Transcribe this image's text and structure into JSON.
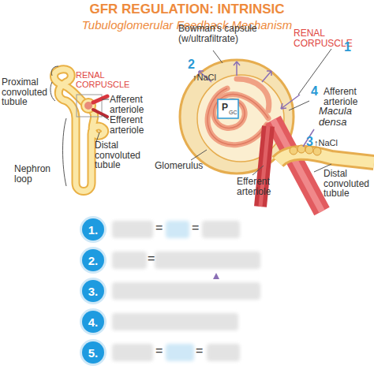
{
  "diagram": {
    "title": "GFR REGULATION: INTRINSIC",
    "nodes": [
      {
        "text": [
          "1."
        ]
      },
      {
        "text": [
          "2."
        ]
      },
      {
        "text": [
          "3."
        ]
      },
      {
        "text": [
          "4."
        ]
      },
      {
        "text": [
          "5."
        ]
      }
    ],
    "labels": [
      "Tubuloglomerular Feedback Mechanism",
      "Proximal convoluted tubule",
      "RENAL CORPUSCLE",
      "Afferent arteriole",
      "Efferent arteriole",
      "Distal convoluted tubule",
      "Nephron loop",
      "Bowman's capsule (w/ultrafiltrate)",
      "RENAL CORPUSCLE",
      "1",
      "2",
      "↑NaCl",
      "P",
      "GC",
      "4",
      "Afferent arteriole",
      "Macula densa",
      "3",
      "↑NaCl",
      "Glomerulus",
      "Efferent arteriole",
      "Distal convoluted tubule",
      "=",
      "=",
      "=",
      "=",
      "="
    ]
  }
}
